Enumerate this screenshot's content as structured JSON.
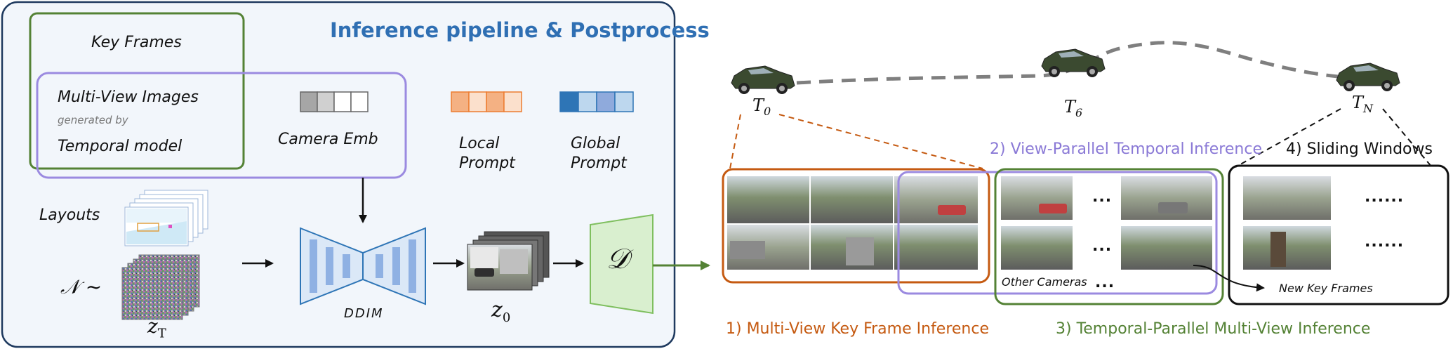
{
  "left_panel": {
    "title": "Inference pipeline & Postprocess",
    "key_frames": "Key Frames",
    "multi_view_images": "Multi-View Images",
    "generated_by": "generated by",
    "temporal_model": "Temporal model",
    "camera_emb": "Camera Emb",
    "local_prompt_line1": "Local",
    "local_prompt_line2": "Prompt",
    "global_prompt_line1": "Global",
    "global_prompt_line2": "Prompt",
    "layouts": "Layouts",
    "noise_symbol": "𝒩 ~",
    "z_t": "z",
    "z_t_sub": "T",
    "ddim": "DDIM",
    "z_0": "z",
    "z_0_sub": "0",
    "decoder": "𝒟"
  },
  "right_panel": {
    "t0": "T",
    "t0_sub": "0",
    "t6": "T",
    "t6_sub": "6",
    "tn": "T",
    "tn_sub": "N",
    "step1": "1) Multi-View Key Frame Inference",
    "step2": "2) View-Parallel Temporal Inference",
    "step3": "3) Temporal-Parallel Multi-View Inference",
    "step4": "4) Sliding Windows",
    "other_cameras": "Other Cameras",
    "new_key_frames": "New Key Frames",
    "dots_short": "...",
    "dots_long": "......"
  },
  "colors": {
    "panel_border": "#1f3a5f",
    "panel_bg": "#f2f6fb",
    "green": "#548235",
    "purple": "#9b8ae0",
    "orange": "#c55a11",
    "blue_title": "#2f6fb3",
    "unet_fill": "#dbe8f7",
    "unet_bar": "#8fb1e3",
    "decoder_fill": "#d9efcf",
    "decoder_stroke": "#7fbf5f"
  },
  "icons": [
    "car-icon",
    "noise-stack-icon",
    "layout-stack-icon",
    "photo-thumbnail-icon"
  ]
}
